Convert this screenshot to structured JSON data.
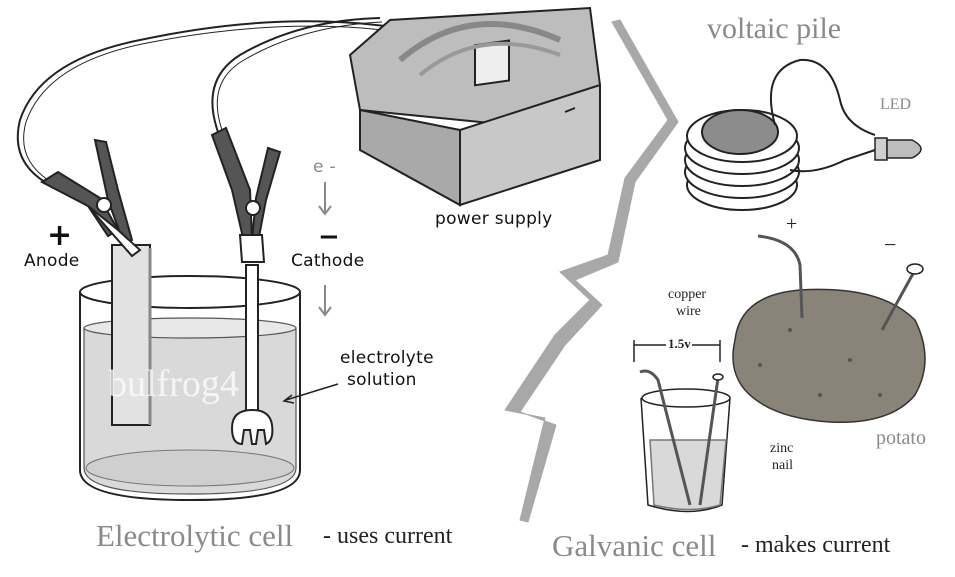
{
  "electrolytic": {
    "anode_sign": "+",
    "anode": "Anode",
    "cathode_sign": "−",
    "cathode": "Cathode",
    "electron": "e -",
    "power_supply": "power supply",
    "electrolyte_line1": "electrolyte",
    "electrolyte_line2": "solution",
    "watermark": "bulfrog4",
    "title": "Electrolytic cell",
    "subtitle": "- uses current"
  },
  "galvanic": {
    "voltaic_pile": "voltaic pile",
    "led": "LED",
    "plus": "+",
    "minus": "−",
    "copper_line1": "copper",
    "copper_line2": "wire",
    "voltage": "1.5v",
    "potato": "potato",
    "zinc_line1": "zinc",
    "zinc_line2": "nail",
    "title": "Galvanic cell",
    "subtitle": "- makes current"
  },
  "colors": {
    "line": "#222222",
    "liquid": "#d9d9d9",
    "divider": "#a8a8a8",
    "potato": "#8a8478",
    "grey_text": "#8a8a8a"
  }
}
